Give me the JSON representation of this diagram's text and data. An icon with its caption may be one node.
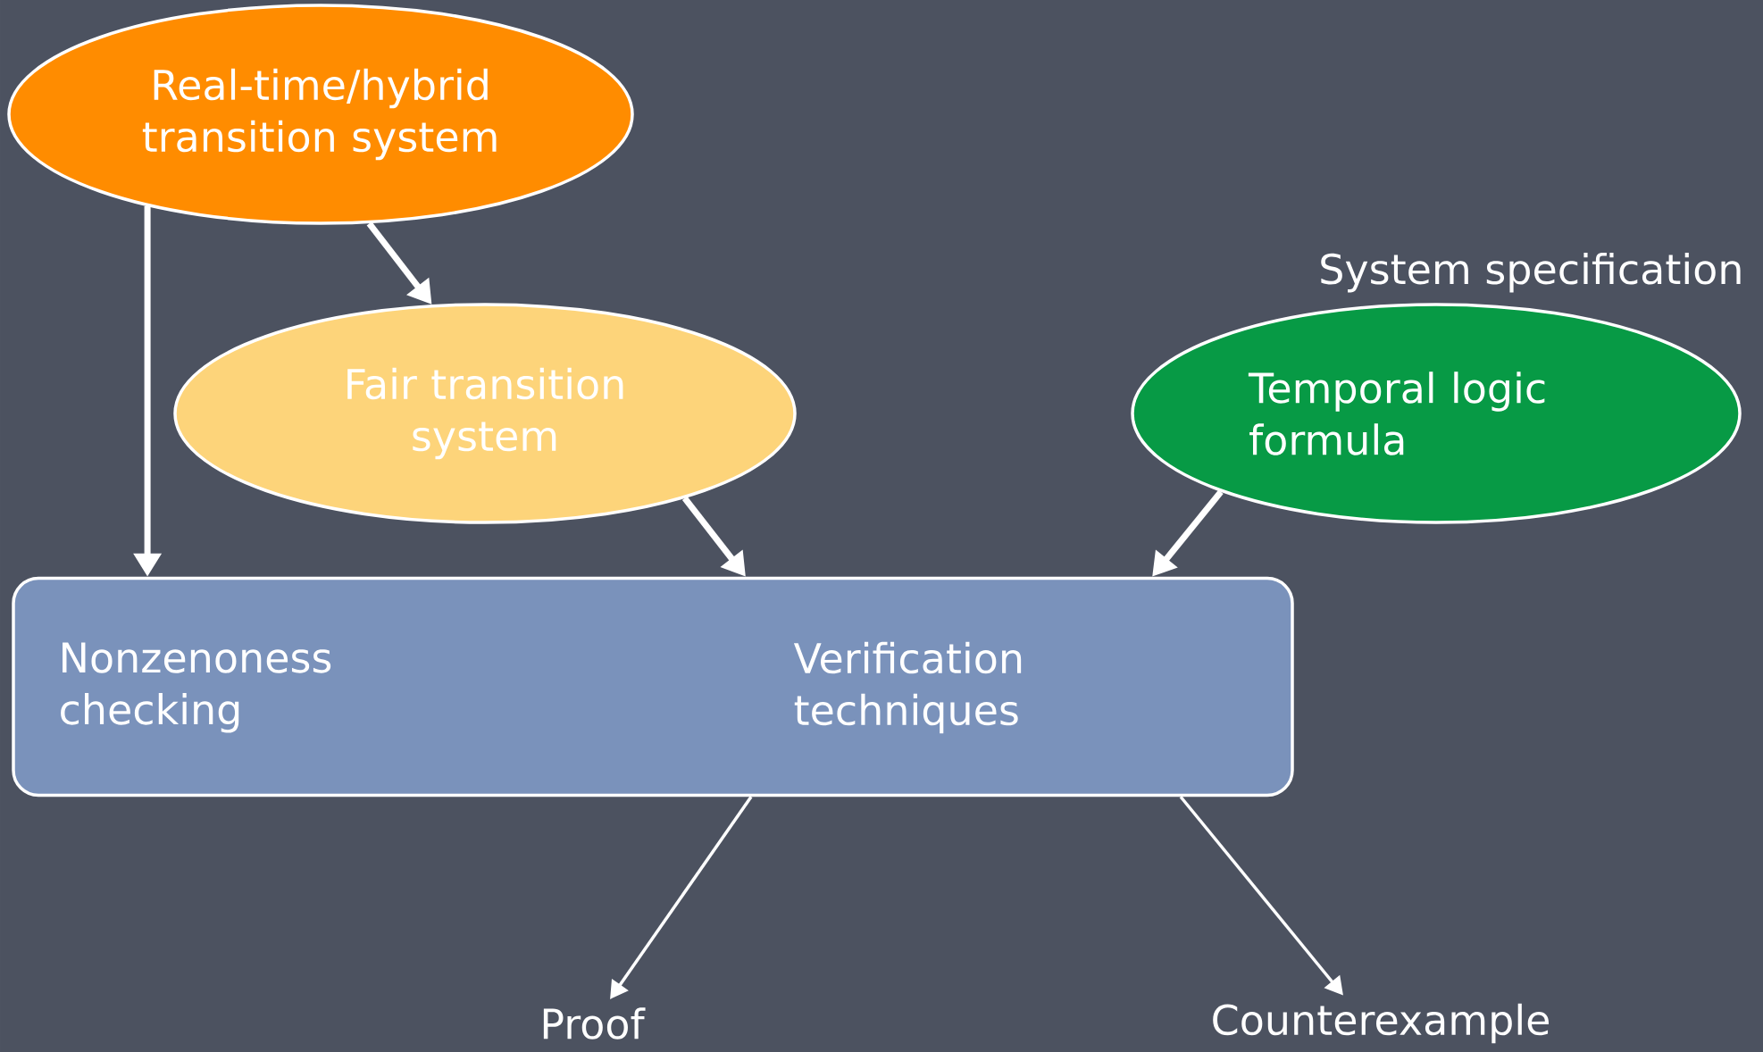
{
  "diagram": {
    "nodes": [
      {
        "text": [
          "Real-time/hybrid transition system"
        ]
      },
      {
        "text": [
          "Fair transition system"
        ]
      },
      {
        "text": [
          "Temporal logic formula"
        ],
        "beside": [
          "System specification"
        ]
      },
      {
        "text": [
          "Nonzenoness checking",
          "Verification techniques"
        ]
      },
      {
        "text": [
          "Proof"
        ]
      },
      {
        "text": [
          "Counterexample"
        ]
      }
    ],
    "edges": [
      {
        "from": 0,
        "to": 3,
        "arrow": "to"
      },
      {
        "from": 0,
        "to": 1,
        "arrow": "to"
      },
      {
        "from": 1,
        "to": 3,
        "arrow": "to"
      },
      {
        "from": 2,
        "to": 3,
        "arrow": "to"
      },
      {
        "from": 3,
        "to": 4,
        "arrow": "to"
      },
      {
        "from": 3,
        "to": 5,
        "arrow": "to"
      }
    ]
  }
}
